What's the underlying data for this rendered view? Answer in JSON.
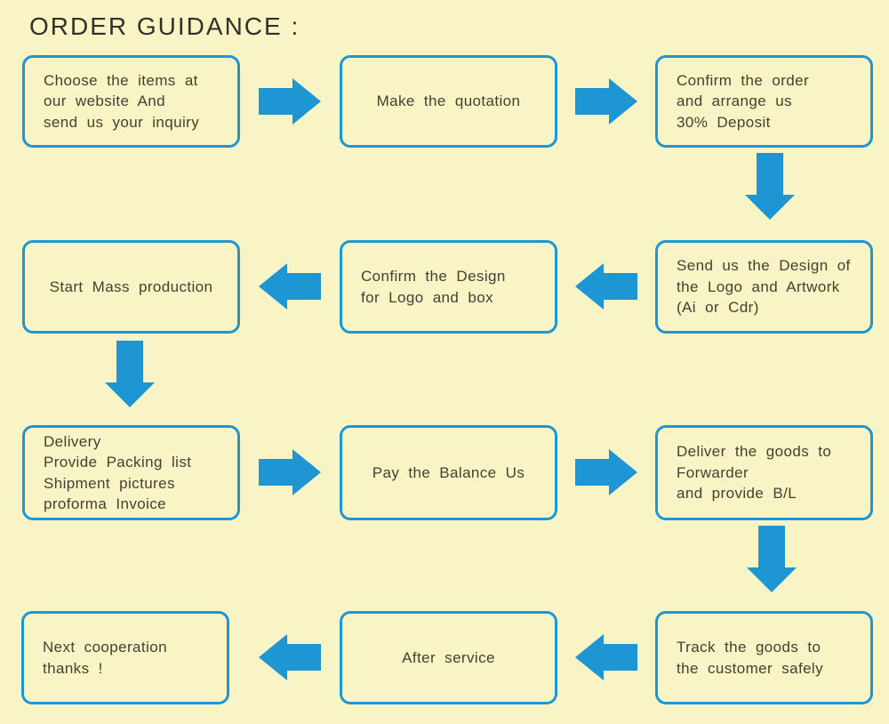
{
  "title": "ORDER GUIDANCE :",
  "colors": {
    "background": "#f8f4c6",
    "accent_blue": "#1e96d3",
    "text": "#454030"
  },
  "nodes": [
    {
      "step": 1,
      "text": "Choose the items at\nour website And\nsend us your inquiry"
    },
    {
      "step": 2,
      "text": "Make the quotation"
    },
    {
      "step": 3,
      "text": "Confirm the order\nand arrange us\n30% Deposit"
    },
    {
      "step": 4,
      "text": "Send us the Design of\nthe Logo and Artwork\n(Ai or Cdr)"
    },
    {
      "step": 5,
      "text": "Confirm the Design\nfor Logo and box"
    },
    {
      "step": 6,
      "text": "Start Mass production"
    },
    {
      "step": 7,
      "text": "Delivery\nProvide Packing list\nShipment pictures\nproforma Invoice"
    },
    {
      "step": 8,
      "text": "Pay the Balance Us"
    },
    {
      "step": 9,
      "text": "Deliver the goods to\nForwarder\nand provide B/L"
    },
    {
      "step": 10,
      "text": "Track the goods to\nthe customer safely"
    },
    {
      "step": 11,
      "text": "After service"
    },
    {
      "step": 12,
      "text": "Next cooperation\nthanks !"
    }
  ],
  "arrows": [
    {
      "direction": "right",
      "from": 1,
      "to": 2
    },
    {
      "direction": "right",
      "from": 2,
      "to": 3
    },
    {
      "direction": "down",
      "from": 3,
      "to": 4
    },
    {
      "direction": "left",
      "from": 4,
      "to": 5
    },
    {
      "direction": "left",
      "from": 5,
      "to": 6
    },
    {
      "direction": "down",
      "from": 6,
      "to": 7
    },
    {
      "direction": "right",
      "from": 7,
      "to": 8
    },
    {
      "direction": "right",
      "from": 8,
      "to": 9
    },
    {
      "direction": "down",
      "from": 9,
      "to": 10
    },
    {
      "direction": "left",
      "from": 10,
      "to": 11
    },
    {
      "direction": "left",
      "from": 11,
      "to": 12
    }
  ]
}
